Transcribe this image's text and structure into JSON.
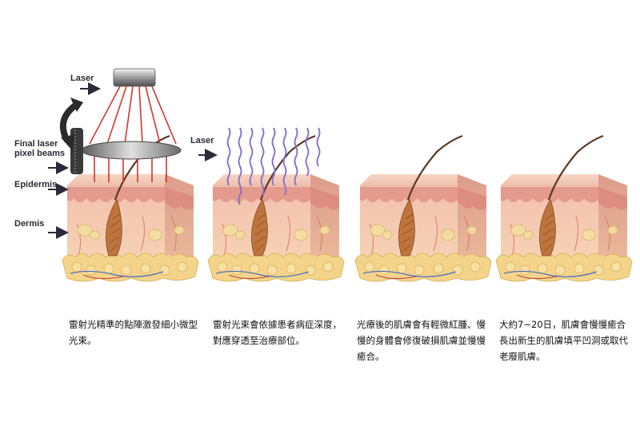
{
  "labels": {
    "laser_top": "Laser",
    "final_pixel": "Final laser pixel beams",
    "epidermis": "Epidermis",
    "dermis": "Dermis",
    "laser_panel2": "Laser"
  },
  "captions": [
    "雷射光精準的點陣激發細小微型光束。",
    "雷射光束會依據患者病症深度，對應穿透至治療部位。",
    "光療後的肌膚會有輕微紅腫、慢慢的身體會修復破損肌膚並慢慢癒合。",
    "大約7~20日，肌膚會慢慢癒合長出新生的肌膚填平凹洞或取代老廢肌膚。"
  ],
  "colors": {
    "skin_top": "#f2c9b8",
    "skin_side": "#eab09a",
    "dermis": "#f4c8a8",
    "fat": "#f3d48a",
    "hair": "#5a3a24",
    "follicle": "#c0743c",
    "laser_red": "#d9342b",
    "laser_purple": "#8a74c8",
    "label_text": "#2b2b3a"
  },
  "icons": [
    "arrow-right-icon",
    "rotate-arrow-icon",
    "laser-head-icon",
    "lens-disc-icon"
  ]
}
